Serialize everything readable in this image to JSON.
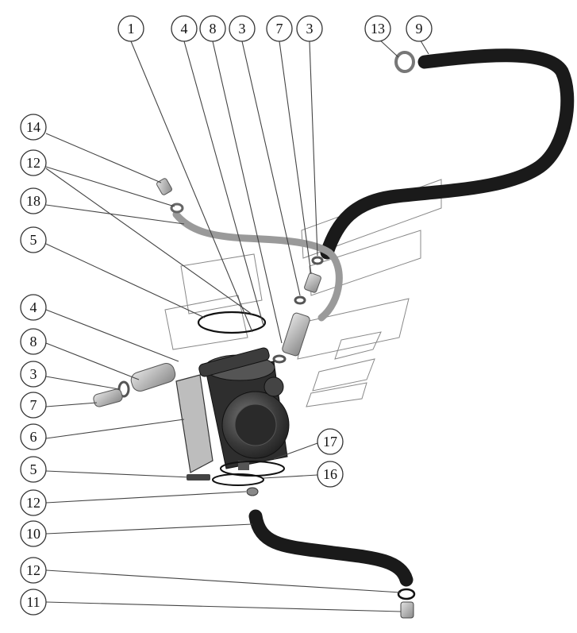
{
  "callouts": [
    {
      "id": "c1",
      "text": "1"
    },
    {
      "id": "c4a",
      "text": "4"
    },
    {
      "id": "c8a",
      "text": "8"
    },
    {
      "id": "c3a",
      "text": "3"
    },
    {
      "id": "c7a",
      "text": "7"
    },
    {
      "id": "c3b",
      "text": "3"
    },
    {
      "id": "c13",
      "text": "13"
    },
    {
      "id": "c9",
      "text": "9"
    },
    {
      "id": "c14",
      "text": "14"
    },
    {
      "id": "c12a",
      "text": "12"
    },
    {
      "id": "c18",
      "text": "18"
    },
    {
      "id": "c5a",
      "text": "5"
    },
    {
      "id": "c4b",
      "text": "4"
    },
    {
      "id": "c8b",
      "text": "8"
    },
    {
      "id": "c3c",
      "text": "3"
    },
    {
      "id": "c7b",
      "text": "7"
    },
    {
      "id": "c6",
      "text": "6"
    },
    {
      "id": "c17",
      "text": "17"
    },
    {
      "id": "c5b",
      "text": "5"
    },
    {
      "id": "c16",
      "text": "16"
    },
    {
      "id": "c12b",
      "text": "12"
    },
    {
      "id": "c10",
      "text": "10"
    },
    {
      "id": "c12c",
      "text": "12"
    },
    {
      "id": "c11",
      "text": "11"
    }
  ]
}
